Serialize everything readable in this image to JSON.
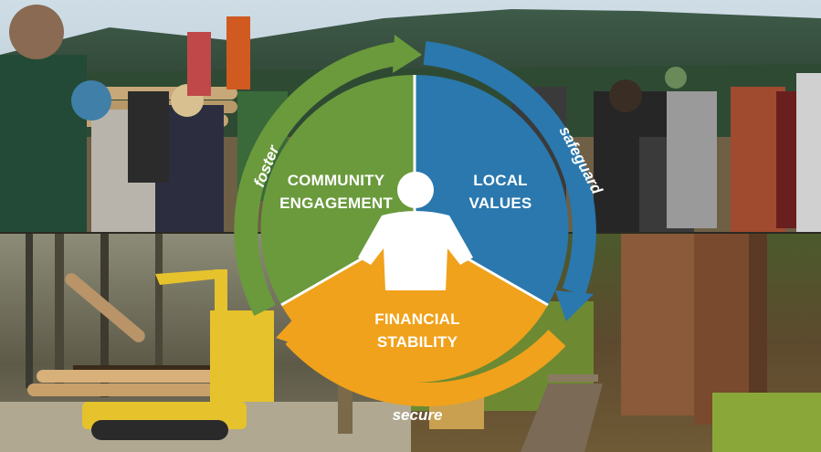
{
  "colors": {
    "green": "#6a9a3c",
    "blue": "#2a78ad",
    "orange": "#f0a21c",
    "white": "#ffffff"
  },
  "segments": [
    {
      "key": "community",
      "line1": "COMMUNITY",
      "line2": "ENGAGEMENT"
    },
    {
      "key": "local",
      "line1": "LOCAL",
      "line2": "VALUES"
    },
    {
      "key": "financial",
      "line1": "FINANCIAL",
      "line2": "STABILITY"
    }
  ],
  "arrows": {
    "foster": "foster",
    "safeguard": "safeguard",
    "secure": "secure"
  },
  "icons": {
    "center": "person-icon"
  },
  "photos": [
    {
      "name": "photo-group-tour-clearcut"
    },
    {
      "name": "photo-group-tour-forest"
    },
    {
      "name": "photo-log-loader-machine"
    },
    {
      "name": "photo-old-growth-boardwalk"
    }
  ]
}
